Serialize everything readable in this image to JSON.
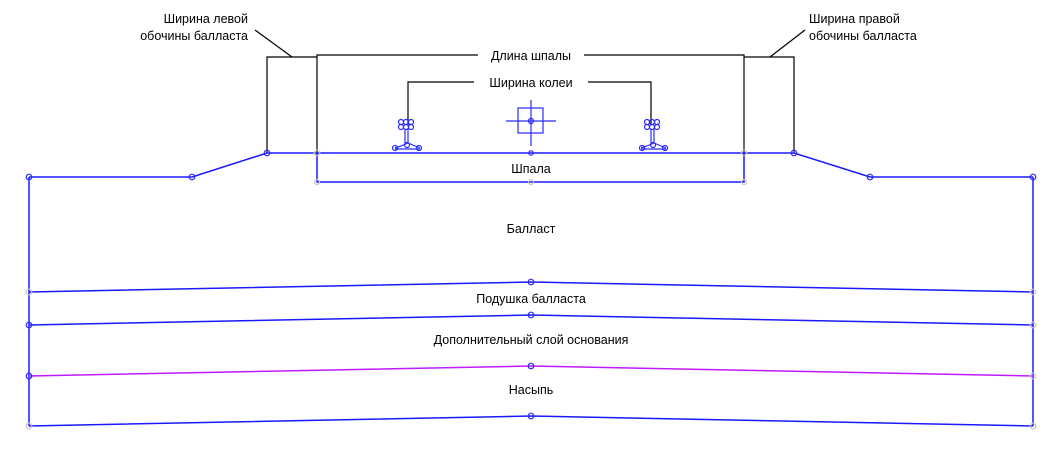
{
  "diagram": {
    "type": "railway-track-cross-section",
    "colors": {
      "layer_line": "#1a1aff",
      "embankment_top_line": "#c01aff",
      "dimension_line": "#000000",
      "inactive_node": "#c8c8c8"
    },
    "annotations": {
      "left_shoulder_width": [
        "Ширина левой",
        "обочины балласта"
      ],
      "right_shoulder_width": [
        "Ширина правой",
        "обочины балласта"
      ],
      "sleeper_length": "Длина шпалы",
      "track_gauge": "Ширина колеи"
    },
    "layers": {
      "sleeper": "Шпала",
      "ballast": "Балласт",
      "ballast_cushion": "Подушка балласта",
      "additional_base_layer": "Дополнительный слой основания",
      "embankment": "Насыпь"
    },
    "elements": {
      "left_rail": "rail-icon",
      "right_rail": "rail-icon",
      "track_centerline": "crosshair-icon"
    }
  }
}
